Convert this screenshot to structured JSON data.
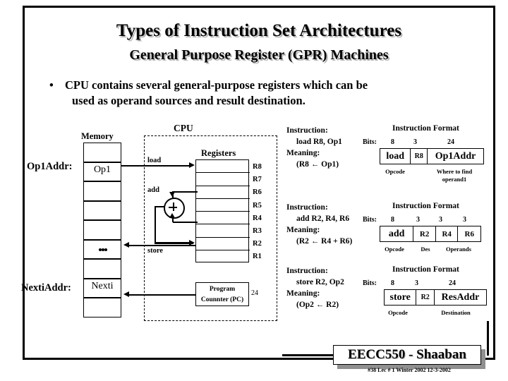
{
  "slide": {
    "title": "Types of Instruction Set Architectures",
    "subtitle": "General Purpose Register (GPR) Machines",
    "bullet_marker": "•",
    "bullet_line1": "CPU contains several general-purpose registers which can be",
    "bullet_line2": "used as operand sources and result destination."
  },
  "diagram": {
    "memory_label": "Memory",
    "cpu_label": "CPU",
    "registers_label": "Registers",
    "op1_addr_label": "Op1Addr:",
    "nexti_addr_label": "NextiAddr:",
    "memory_cells": [
      "",
      "Op1",
      "",
      "",
      "",
      "⋮",
      "",
      "Nexti",
      ""
    ],
    "registers": [
      "R8",
      "R7",
      "R6",
      "R5",
      "R4",
      "R3",
      "R2",
      "R1"
    ],
    "wire_load": "load",
    "wire_add": "add",
    "wire_store": "store",
    "adder_symbol": "+",
    "pc_line1": "Program",
    "pc_line2": "Counnter (PC)",
    "pc_bits": "24"
  },
  "instructions": [
    {
      "ins_label": "Instruction:",
      "ins_text": "load R8, Op1",
      "meaning_label": "Meaning:",
      "meaning_text": "(R8  ←   Op1)",
      "format_title": "Instruction Format",
      "bits_label": "Bits:",
      "bit_widths": [
        "8",
        "3",
        "24"
      ],
      "fields": [
        "load",
        "R8",
        "Op1Addr"
      ],
      "captions": [
        "Opcode",
        "Where to find",
        "operand1"
      ]
    },
    {
      "ins_label": "Instruction:",
      "ins_text": "add R2, R4, R6",
      "meaning_label": "Meaning:",
      "meaning_text": "(R2  ←   R4 + R6)",
      "format_title": "Instruction Format",
      "bits_label": "Bits:",
      "bit_widths": [
        "8",
        "3",
        "3",
        "3"
      ],
      "fields": [
        "add",
        "R2",
        "R4",
        "R6"
      ],
      "captions": [
        "Opcode",
        "Des",
        "Operands"
      ]
    },
    {
      "ins_label": "Instruction:",
      "ins_text": "store R2, Op2",
      "meaning_label": "Meaning:",
      "meaning_text": "(Op2  ←   R2)",
      "format_title": "Instruction Format",
      "bits_label": "Bits:",
      "bit_widths": [
        "8",
        "3",
        "24"
      ],
      "fields": [
        "store",
        "R2",
        "ResAddr"
      ],
      "captions": [
        "Opcode",
        "Destination"
      ]
    }
  ],
  "footer": {
    "course": "EECC550 - Shaaban",
    "meta": "#38   Lec # 1 Winter 2002  12-3-2002"
  }
}
